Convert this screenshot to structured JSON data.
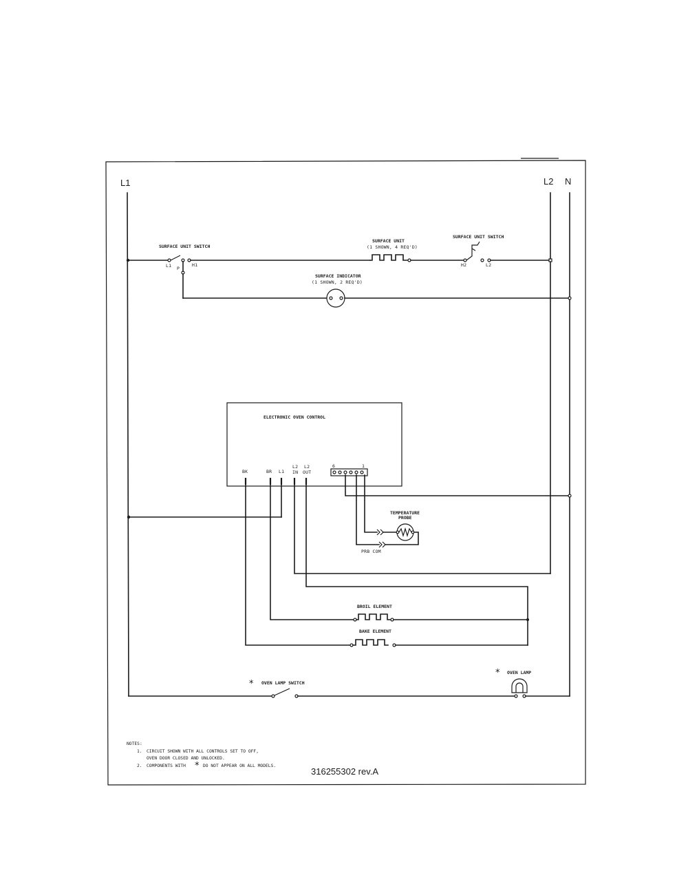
{
  "buses": {
    "l1": "L1",
    "l2": "L2",
    "n": "N"
  },
  "surface_circuit": {
    "switch_left_label": "SURFACE UNIT SWITCH",
    "switch_left_terms": {
      "l1": "L1",
      "p": "P",
      "h1": "H1"
    },
    "unit_label_1": "SURFACE UNIT",
    "unit_label_2": "(1 SHOWN, 4 REQ'D)",
    "switch_right_label": "SURFACE UNIT SWITCH",
    "switch_right_terms": {
      "h2": "H2",
      "l2": "L2"
    },
    "indicator_label_1": "SURFACE INDICATOR",
    "indicator_label_2": "(1 SHOWN, 2 REQ'D)"
  },
  "control": {
    "title": "ELECTRONIC OVEN CONTROL",
    "terminals": {
      "bk": "BK",
      "br": "BR",
      "l1": "L1",
      "l2in_1": "L2",
      "l2in_2": "IN",
      "l2out_1": "L2",
      "l2out_2": "OUT"
    },
    "connector_left": "6",
    "connector_right": "1"
  },
  "probe": {
    "label_1": "TEMPERATURE",
    "label_2": "PROBE",
    "com_label": "PRB COM"
  },
  "elements": {
    "broil": "BROIL ELEMENT",
    "bake": "BAKE ELEMENT"
  },
  "lamp_circuit": {
    "star": "*",
    "switch_label": "OVEN LAMP SWITCH",
    "lamp_label": "OVEN LAMP"
  },
  "notes": {
    "heading": "NOTES:",
    "n1_num": "1.",
    "n1_line1": "CIRCUIT SHOWN WITH ALL CONTROLS SET TO OFF,",
    "n1_line2": "OVEN DOOR CLOSED AND UNLOCKED.",
    "n2_num": "2.",
    "n2_pre": "COMPONENTS WITH",
    "n2_star": "*",
    "n2_post": "DO NOT APPEAR ON ALL MODELS."
  },
  "part_number": "316255302 rev.A"
}
